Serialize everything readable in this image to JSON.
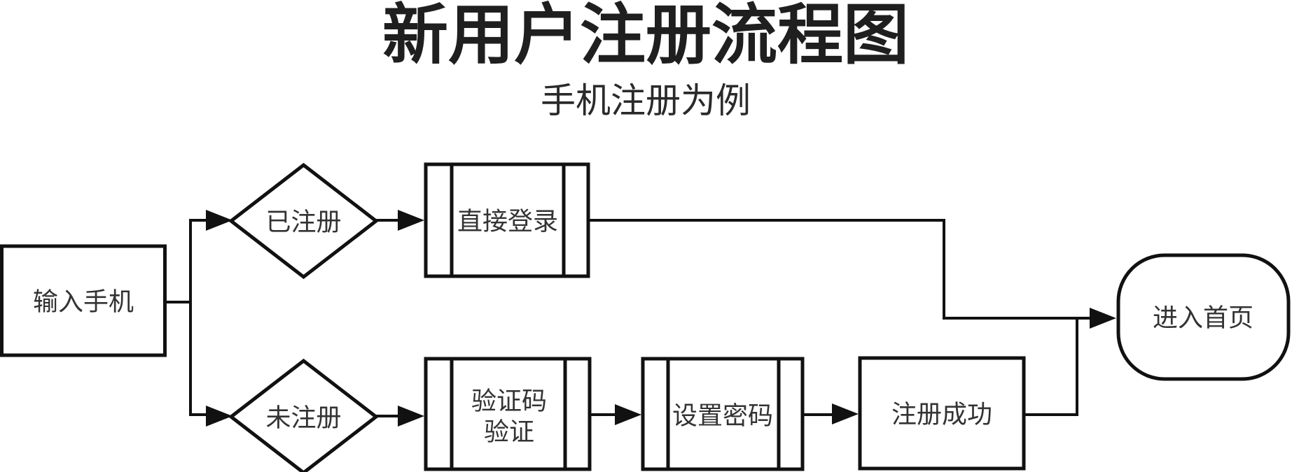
{
  "title": "新用户注册流程图",
  "subtitle": "手机注册为例",
  "diagram": {
    "type": "flowchart",
    "colors": {
      "background": "#ffffff",
      "stroke": "#111111",
      "node_text": "#333333",
      "title_text": "#1f1f1f"
    },
    "nodes": {
      "input_phone": {
        "label": "输入手机",
        "shape": "rectangle"
      },
      "registered": {
        "label": "已注册",
        "shape": "diamond"
      },
      "direct_login": {
        "label": "直接登录",
        "shape": "predefined-process"
      },
      "unregistered": {
        "label": "未注册",
        "shape": "diamond"
      },
      "verify_code": {
        "label": "验证码验证",
        "line1": "验证码",
        "line2": "验证",
        "shape": "predefined-process"
      },
      "set_password": {
        "label": "设置密码",
        "shape": "predefined-process"
      },
      "register_success": {
        "label": "注册成功",
        "shape": "rectangle"
      },
      "enter_home": {
        "label": "进入首页",
        "shape": "terminator"
      }
    },
    "edges": [
      {
        "from": "input_phone",
        "to": "registered"
      },
      {
        "from": "input_phone",
        "to": "unregistered"
      },
      {
        "from": "registered",
        "to": "direct_login"
      },
      {
        "from": "direct_login",
        "to": "enter_home"
      },
      {
        "from": "unregistered",
        "to": "verify_code"
      },
      {
        "from": "verify_code",
        "to": "set_password"
      },
      {
        "from": "set_password",
        "to": "register_success"
      },
      {
        "from": "register_success",
        "to": "enter_home"
      }
    ]
  }
}
